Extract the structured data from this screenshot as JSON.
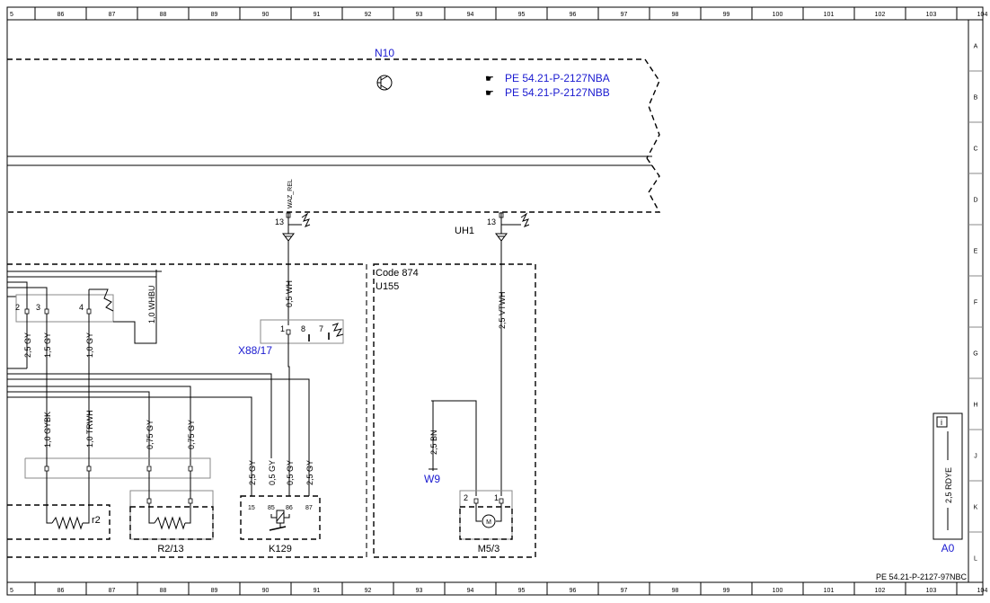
{
  "grid": {
    "columns": [
      "5",
      "86",
      "87",
      "88",
      "89",
      "90",
      "91",
      "92",
      "93",
      "94",
      "95",
      "96",
      "97",
      "98",
      "99",
      "100",
      "101",
      "102",
      "103",
      "104"
    ],
    "rows": [
      "A",
      "B",
      "C",
      "D",
      "E",
      "F",
      "G",
      "H",
      "J",
      "K",
      "L"
    ]
  },
  "control_unit": {
    "name": "N10",
    "ref_1": "PE 54.21-P-2127NBA",
    "ref_2": "PE 54.21-P-2127NBB"
  },
  "connectors": {
    "left_pin": "13",
    "left_signal": "WAZ_REL",
    "right_pin": "13",
    "right_label": "UH1",
    "x88": "X88/17",
    "x88_pins": [
      "1",
      "8",
      "7"
    ],
    "k129_pins": [
      "15",
      "85",
      "86",
      "87"
    ],
    "m53_pins": [
      "2",
      "1"
    ],
    "top_left_pins": [
      "2",
      "3",
      "4"
    ]
  },
  "code_box": {
    "line1": "Code 874",
    "line2": "U155"
  },
  "wires": {
    "w_05wh": "0,5 WH",
    "w_25vtwh": "2,5 VTWH",
    "w_10whbu": "1,0 WHBU",
    "w_25gy_a": "2,5 GY",
    "w_15gy": "1,5 GY",
    "w_10gy": "1,0 GY",
    "w_10gybk": "1,0 GYBK",
    "w_10trwh": "1,0 TRWH",
    "w_075gy_a": "0,75 GY",
    "w_075gy_b": "0,75 GY",
    "w_25gy_b": "2,5 GY",
    "w_05gy_a": "0,5 GY",
    "w_05gy_b": "0,5 GY",
    "w_25gy_c": "2,5 GY",
    "w_25bn": "2,5 BN",
    "w_25rdye": "2,5 RDYE"
  },
  "components": {
    "r2": "r2",
    "r213": "R2/13",
    "k129": "K129",
    "m53": "M5/3",
    "m53_symbol": "M",
    "w9": "W9",
    "a0": "A0",
    "info_symbol": "i"
  },
  "footer_code": "PE 54.21-P-2127-97NBC",
  "colors": {
    "link_blue": "#1a1ad0",
    "line": "#000000"
  }
}
